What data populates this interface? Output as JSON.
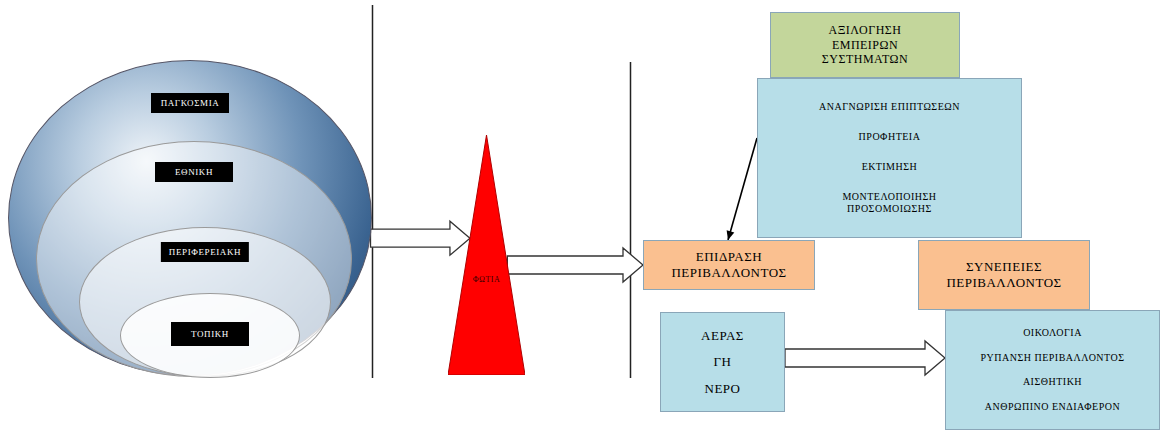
{
  "diagram": {
    "nodes": [
      {
        "text": [
          "ΠΑΓΚΟΣΜΙΑ"
        ]
      },
      {
        "text": [
          "ΕΘΝΙΚΗ"
        ],
        "in": 0
      },
      {
        "text": [
          "ΠΕΡΙΦΕΡΕΙΑΚΗ"
        ],
        "in": 1
      },
      {
        "text": [
          "ΤΟΠΙΚΗ"
        ],
        "in": 2
      },
      {
        "text": [
          "ΦΩΤΙΑ"
        ]
      },
      {
        "text": [
          "ΑΞΙΛΟΓΗΣΗ ΕΜΠΕΙΡΩΝ ΣΥΣΤΗΜΑΤΩΝ"
        ]
      },
      {
        "text": [
          "ΑΝΑΓΝΩΡΙΣΗ ΕΠΙΠΤΩΣΕΩΝ",
          "ΠΡΟΦΗΤΕΙΑ",
          "ΕΚΤΙΜΗΣΗ",
          "ΜΟΝΤΕΛΟΠΟΙΗΣΗ ΠΡΟΣΟΜΟΙΩΣΗΣ"
        ]
      },
      {
        "text": [
          "ΕΠΙΔΡΑΣΗ ΠΕΡΙΒΑΛΛΟΝΤΟΣ"
        ]
      },
      {
        "text": [
          "ΣΥΝΕΠΕΙΕΣ ΠΕΡΙΒΑΛΛΟΝΤΟΣ"
        ]
      },
      {
        "text": [
          "ΑΕΡΑΣ",
          "ΓΗ",
          "ΝΕΡΟ"
        ]
      },
      {
        "text": [
          "ΟΙΚΟΛΟΓΙΑ",
          "ΡΥΠΑΝΣΗ ΠΕΡΙΒΑΛΛΟΝΤΟΣ",
          "ΑΙΣΘΗΤΙΚΗ",
          "ΑΝΘΡΩΠΙΝΟ ΕΝΔΙΑΦΕΡΟΝ"
        ]
      }
    ],
    "edges": [
      {
        "from": 0,
        "to": 4,
        "arrow": "to"
      },
      {
        "from": 4,
        "to": 7,
        "arrow": "to"
      },
      {
        "from": 6,
        "to": 7,
        "arrow": "to"
      },
      {
        "from": 9,
        "to": 10,
        "arrow": "to"
      }
    ]
  }
}
